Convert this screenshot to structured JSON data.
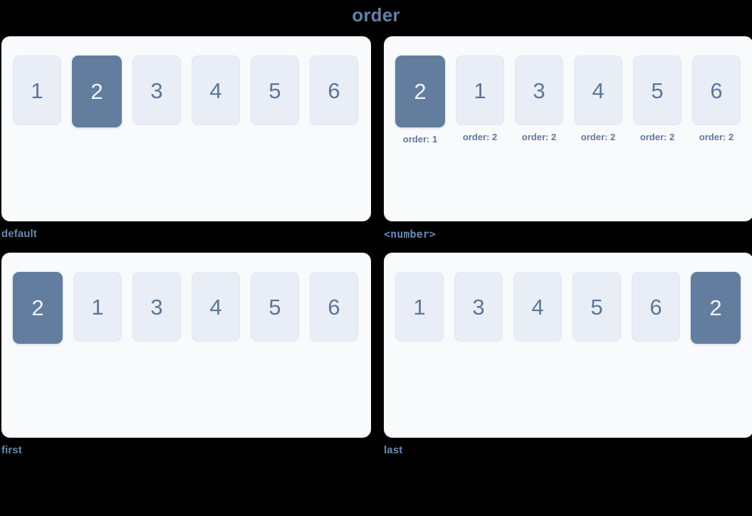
{
  "page": {
    "title": "order",
    "background_color": "#000000",
    "title_color": "#647fa6"
  },
  "theme": {
    "panel_background": "#f8fafc",
    "item_background": "#e9eef6",
    "item_border": "#dfe5f0",
    "item_text": "#5d7698",
    "highlight_background": "#627d9e",
    "highlight_text": "#f1f5f9",
    "caption_color": "#6987b0",
    "order_label_color": "#63779c"
  },
  "panels": [
    {
      "caption": "default",
      "caption_mono": false,
      "items": [
        {
          "label": "1",
          "highlighted": false,
          "order_label": null
        },
        {
          "label": "2",
          "highlighted": true,
          "order_label": null
        },
        {
          "label": "3",
          "highlighted": false,
          "order_label": null
        },
        {
          "label": "4",
          "highlighted": false,
          "order_label": null
        },
        {
          "label": "5",
          "highlighted": false,
          "order_label": null
        },
        {
          "label": "6",
          "highlighted": false,
          "order_label": null
        }
      ]
    },
    {
      "caption": "<number>",
      "caption_mono": true,
      "items": [
        {
          "label": "2",
          "highlighted": true,
          "order_label": "order: 1"
        },
        {
          "label": "1",
          "highlighted": false,
          "order_label": "order: 2"
        },
        {
          "label": "3",
          "highlighted": false,
          "order_label": "order: 2"
        },
        {
          "label": "4",
          "highlighted": false,
          "order_label": "order: 2"
        },
        {
          "label": "5",
          "highlighted": false,
          "order_label": "order: 2"
        },
        {
          "label": "6",
          "highlighted": false,
          "order_label": "order: 2"
        }
      ]
    },
    {
      "caption": "first",
      "caption_mono": false,
      "items": [
        {
          "label": "2",
          "highlighted": true,
          "order_label": null
        },
        {
          "label": "1",
          "highlighted": false,
          "order_label": null
        },
        {
          "label": "3",
          "highlighted": false,
          "order_label": null
        },
        {
          "label": "4",
          "highlighted": false,
          "order_label": null
        },
        {
          "label": "5",
          "highlighted": false,
          "order_label": null
        },
        {
          "label": "6",
          "highlighted": false,
          "order_label": null
        }
      ]
    },
    {
      "caption": "last",
      "caption_mono": false,
      "items": [
        {
          "label": "1",
          "highlighted": false,
          "order_label": null
        },
        {
          "label": "3",
          "highlighted": false,
          "order_label": null
        },
        {
          "label": "4",
          "highlighted": false,
          "order_label": null
        },
        {
          "label": "5",
          "highlighted": false,
          "order_label": null
        },
        {
          "label": "6",
          "highlighted": false,
          "order_label": null
        },
        {
          "label": "2",
          "highlighted": true,
          "order_label": null
        }
      ]
    }
  ]
}
